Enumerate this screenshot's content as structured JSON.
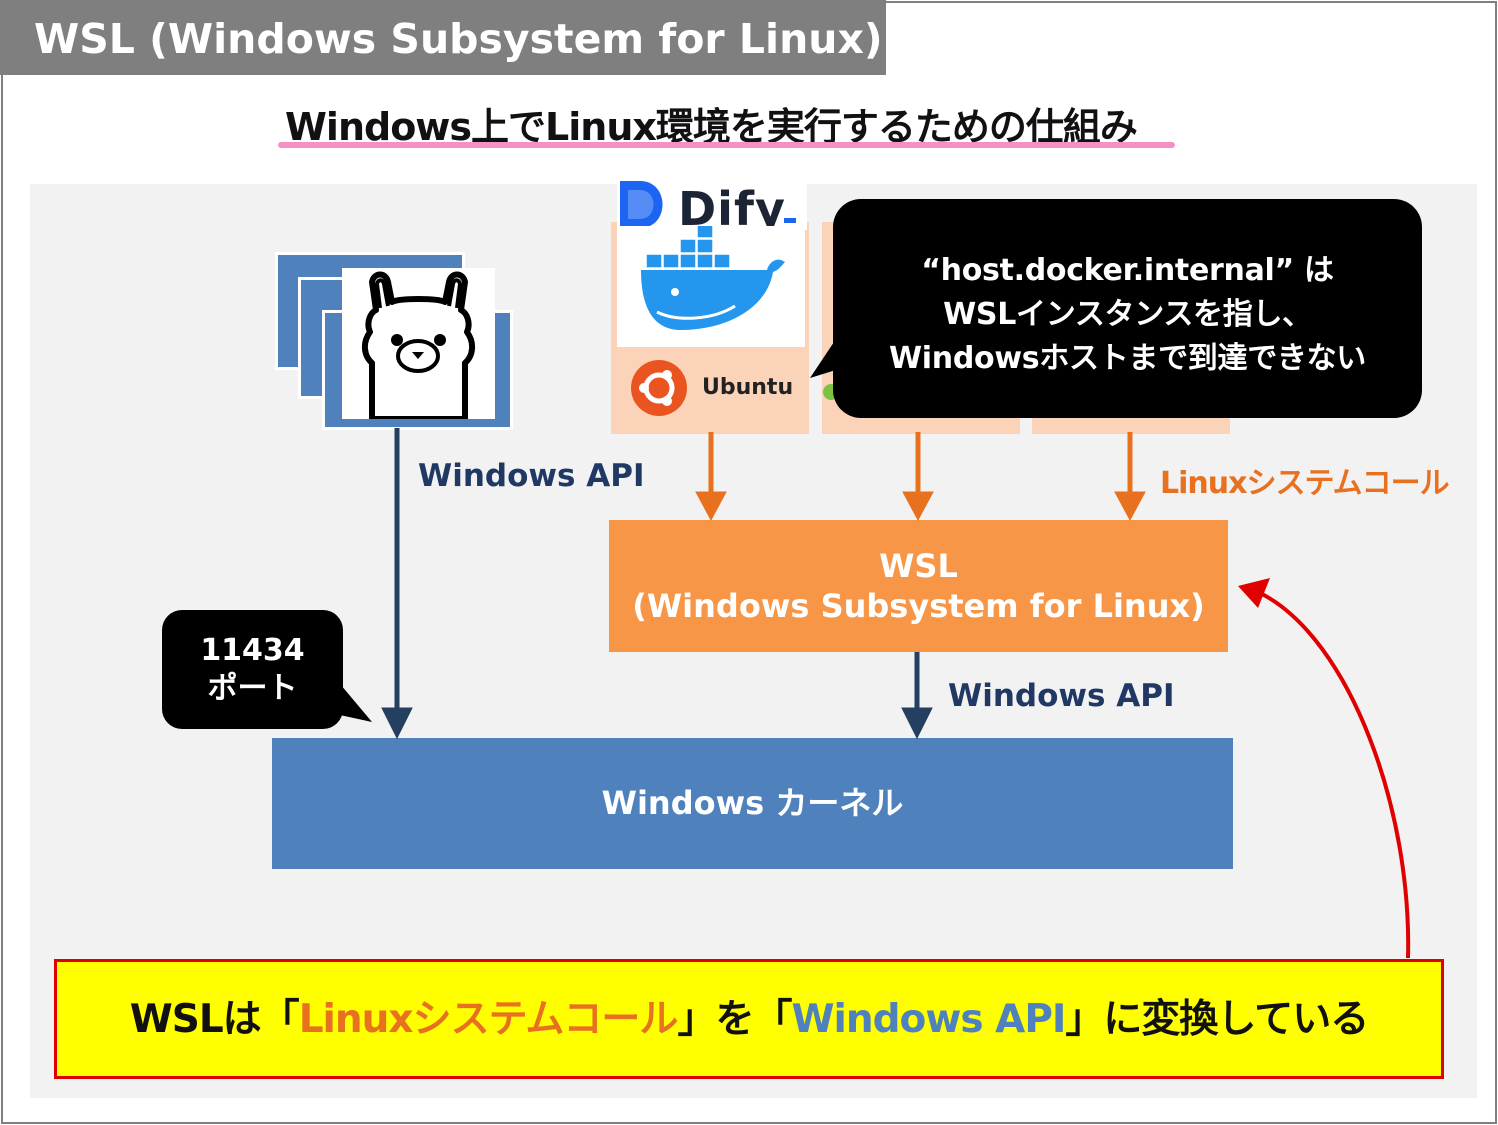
{
  "header": {
    "title": "WSL (Windows Subsystem for Linux)",
    "subtitle": "Windows上でLinux環境を実行するための仕組み"
  },
  "apps": {
    "dify": "Dify",
    "ubuntu": "Ubuntu"
  },
  "callouts": {
    "host_lines": [
      "“host.docker.internal” は",
      "WSLインスタンスを指し、",
      "Windowsホストまで到達できない"
    ],
    "port_lines": [
      "11434",
      "ポート"
    ]
  },
  "labels": {
    "windows_api_left": "Windows API",
    "windows_api_right": "Windows API",
    "linux_syscall": "Linuxシステムコール"
  },
  "wsl_box": {
    "line1": "WSL",
    "line2": "(Windows Subsystem for Linux)"
  },
  "kernel_box": "Windows カーネル",
  "note": {
    "part1": "WSLは「",
    "part2": "Linuxシステムコール",
    "part3": "」を「",
    "part4": "Windows API",
    "part5": "」に変換している"
  },
  "colors": {
    "title_gray": "#7f7f7f",
    "windows_blue": "#4f81bd",
    "wsl_orange": "#f79646",
    "syscall_orange": "#e8711f",
    "arrow_navy": "#243f60",
    "highlight_red": "#e00000",
    "note_yellow": "#ffff00"
  }
}
